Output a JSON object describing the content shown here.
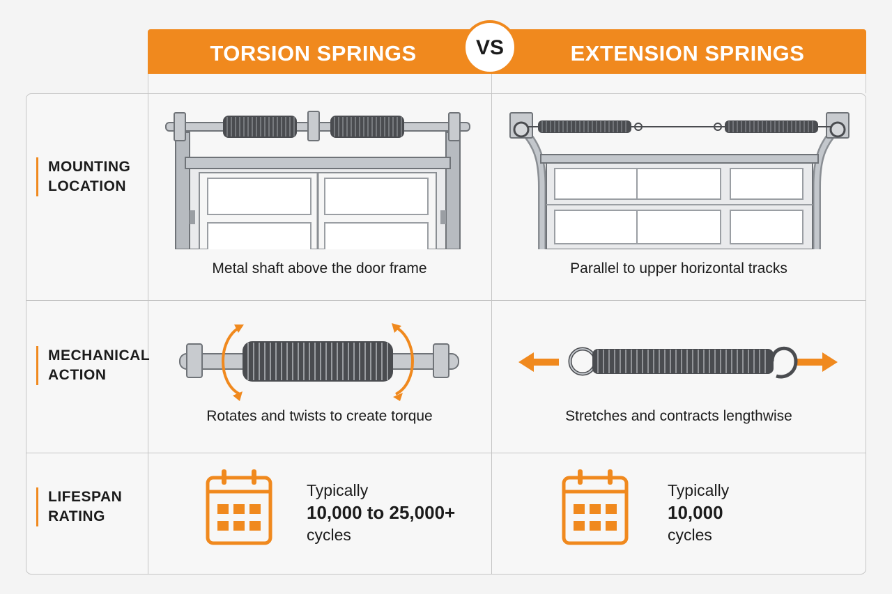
{
  "header": {
    "left_title": "TORSION SPRINGS",
    "vs_label": "VS",
    "right_title": "EXTENSION SPRINGS"
  },
  "rows": [
    {
      "label_line1": "MOUNTING",
      "label_line2": "LOCATION",
      "torsion": "Metal shaft above the door frame",
      "extension": "Parallel to upper horizontal tracks"
    },
    {
      "label_line1": "MECHANICAL",
      "label_line2": "ACTION",
      "torsion": "Rotates and twists to create torque",
      "extension": "Stretches and contracts lengthwise"
    },
    {
      "label_line1": "LIFESPAN",
      "label_line2": "RATING",
      "torsion": {
        "prefix": "Typically",
        "value": "10,000 to 25,000+",
        "unit": "cycles"
      },
      "extension": {
        "prefix": "Typically",
        "value": "10,000",
        "unit": "cycles"
      }
    }
  ],
  "icons": {
    "torsion_mounting": "torsion-door-illustration",
    "extension_mounting": "extension-door-illustration",
    "torsion_action": "rotating-spring-illustration",
    "extension_action": "stretching-spring-illustration",
    "lifespan": "calendar-icon"
  },
  "colors": {
    "accent": "#f0891e",
    "steel": "#a9adb2",
    "coil": "#4a4c50"
  }
}
